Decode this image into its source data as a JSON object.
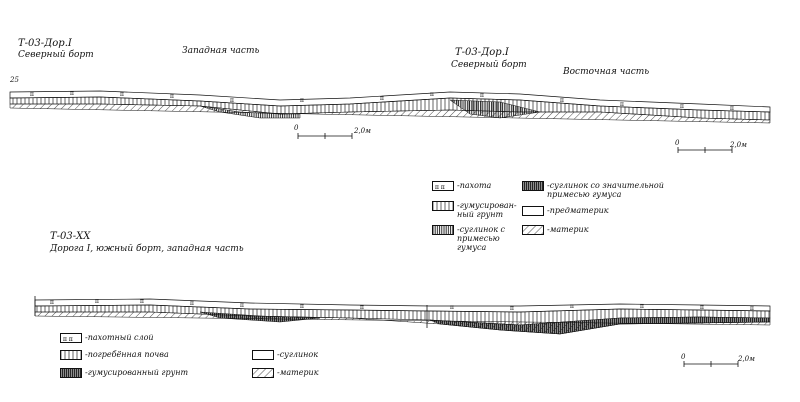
{
  "section_a": {
    "code": "Т-03-Дор.I",
    "side": "Северный борт",
    "part": "Западная часть"
  },
  "section_b": {
    "code": "Т-03-Дор.I",
    "side": "Северный борт",
    "part": "Восточная часть"
  },
  "section_c": {
    "code": "Т-03-ХХ",
    "desc": "Дорога I, южный борт, западная часть"
  },
  "left_mark": "25",
  "scale": {
    "zero": "0",
    "end": "2,0м"
  },
  "legend_top": [
    {
      "pattern": "pakhota",
      "label": "-пахота"
    },
    {
      "pattern": "gumus",
      "label": "-гумусирован-ный грунт"
    },
    {
      "pattern": "suglinok_prim",
      "label": "-суглинок с примесью гумуса"
    },
    {
      "pattern": "suglinok_znach",
      "label": "-суглинок со значительной примесью гумуса"
    },
    {
      "pattern": "predmaterik",
      "label": "-предматерик"
    },
    {
      "pattern": "materik",
      "label": "-материк"
    }
  ],
  "legend_bottom": [
    {
      "pattern": "pakhota",
      "label": "-пахотный слой"
    },
    {
      "pattern": "pogreb",
      "label": "-погребённая почва"
    },
    {
      "pattern": "gumus_dark",
      "label": "-гумусированный грунт"
    },
    {
      "pattern": "plain",
      "label": "-суглинок"
    },
    {
      "pattern": "materik",
      "label": "-материк"
    }
  ]
}
